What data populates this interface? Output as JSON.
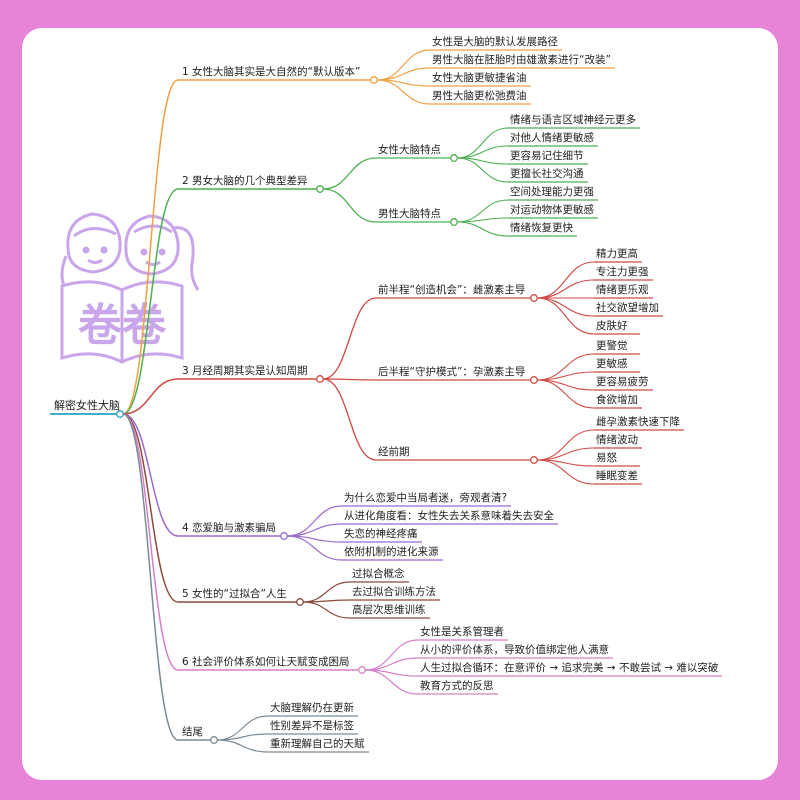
{
  "root": {
    "label": "解密女性大脑",
    "color": "#2a9fc0"
  },
  "logo": {
    "text": "卷卷",
    "color": "#c9a6ea"
  },
  "branches": [
    {
      "label": "1 女性大脑其实是大自然的“默认版本”",
      "color": "#f0a040",
      "children": [
        {
          "label": "女性是大脑的默认发展路径"
        },
        {
          "label": "男性大脑在胚胎时由雄激素进行“改装”"
        },
        {
          "label": "女性大脑更敏捷省油"
        },
        {
          "label": "男性大脑更松弛费油"
        }
      ]
    },
    {
      "label": "2 男女大脑的几个典型差异",
      "color": "#4caf50",
      "children": [
        {
          "label": "女性大脑特点",
          "children": [
            {
              "label": "情绪与语言区域神经元更多"
            },
            {
              "label": "对他人情绪更敏感"
            },
            {
              "label": "更容易记住细节"
            },
            {
              "label": "更擅长社交沟通"
            }
          ]
        },
        {
          "label": "男性大脑特点",
          "children": [
            {
              "label": "空间处理能力更强"
            },
            {
              "label": "对运动物体更敏感"
            },
            {
              "label": "情绪恢复更快"
            }
          ]
        }
      ]
    },
    {
      "label": "3 月经周期其实是认知周期",
      "color": "#cf4a45",
      "children": [
        {
          "label": "前半程“创造机会”：雌激素主导",
          "children": [
            {
              "label": "精力更高"
            },
            {
              "label": "专注力更强"
            },
            {
              "label": "情绪更乐观"
            },
            {
              "label": "社交欲望增加"
            },
            {
              "label": "皮肤好"
            }
          ]
        },
        {
          "label": "后半程“守护模式”：孕激素主导",
          "children": [
            {
              "label": "更警觉"
            },
            {
              "label": "更敏感"
            },
            {
              "label": "更容易疲劳"
            },
            {
              "label": "食欲增加"
            }
          ]
        },
        {
          "label": "经前期",
          "children": [
            {
              "label": "雌孕激素快速下降"
            },
            {
              "label": "情绪波动"
            },
            {
              "label": "易怒"
            },
            {
              "label": "睡眠变差"
            }
          ]
        }
      ]
    },
    {
      "label": "4 恋爱脑与激素骗局",
      "color": "#9b6bcf",
      "children": [
        {
          "label": "为什么恋爱中当局者迷，旁观者清?"
        },
        {
          "label": "从进化角度看：女性失去关系意味着失去安全"
        },
        {
          "label": "失恋的神经疼痛"
        },
        {
          "label": "依附机制的进化来源"
        }
      ]
    },
    {
      "label": "5 女性的“过拟合”人生",
      "color": "#8b4a3c",
      "children": [
        {
          "label": "过拟合概念"
        },
        {
          "label": "去过拟合训练方法"
        },
        {
          "label": "高层次思维训练"
        }
      ]
    },
    {
      "label": "6 社会评价体系如何让天赋变成困局",
      "color": "#d67fc8",
      "children": [
        {
          "label": "女性是关系管理者"
        },
        {
          "label": "从小的评价体系，导致价值绑定他人满意"
        },
        {
          "label": "人生过拟合循环：在意评价 → 追求完美 → 不敢尝试 → 难以突破"
        },
        {
          "label": "教育方式的反思"
        }
      ]
    },
    {
      "label": "结尾",
      "color": "#7b8a96",
      "children": [
        {
          "label": "大脑理解仍在更新"
        },
        {
          "label": "性别差异不是标签"
        },
        {
          "label": "重新理解自己的天赋"
        }
      ]
    }
  ]
}
